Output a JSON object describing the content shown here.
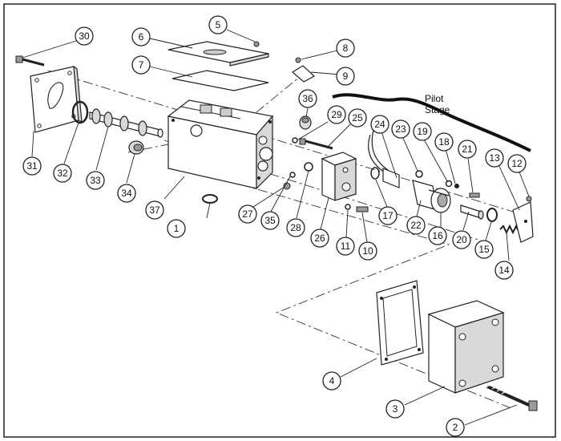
{
  "diagram": {
    "stage_label_line1": "Pilot",
    "stage_label_line2": "Stage",
    "callouts": [
      "1",
      "2",
      "3",
      "4",
      "5",
      "6",
      "7",
      "8",
      "9",
      "10",
      "11",
      "12",
      "13",
      "14",
      "15",
      "16",
      "17",
      "18",
      "19",
      "20",
      "21",
      "22",
      "23",
      "24",
      "25",
      "26",
      "27",
      "28",
      "29",
      "30",
      "31",
      "32",
      "33",
      "34",
      "35",
      "36",
      "37"
    ]
  }
}
